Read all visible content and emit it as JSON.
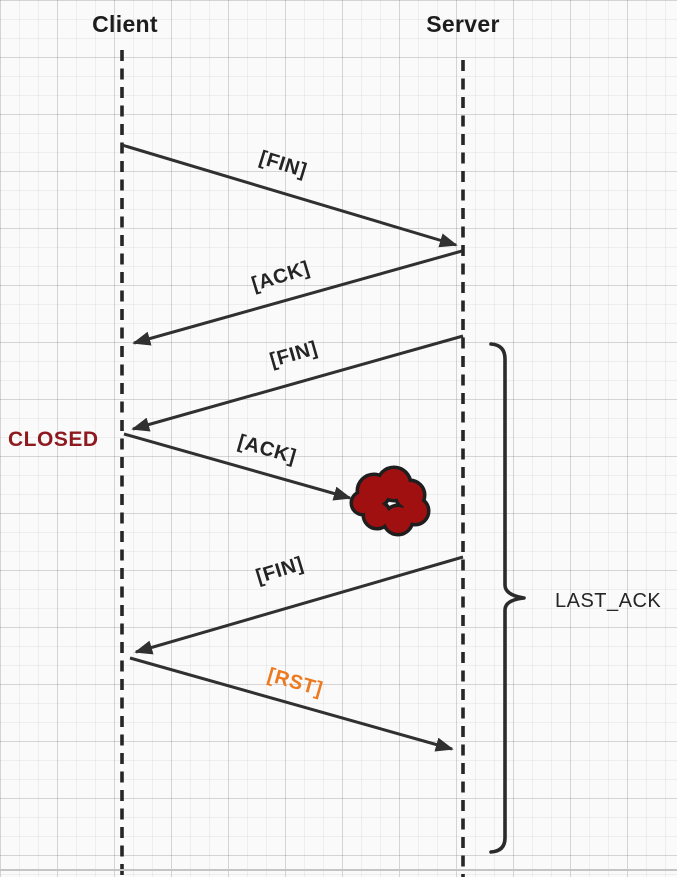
{
  "diagram": {
    "type": "tcp-close-sequence",
    "actors": {
      "client": "Client",
      "server": "Server"
    },
    "messages": [
      {
        "label": "[FIN]",
        "from": "Client",
        "to": "Server"
      },
      {
        "label": "[ACK]",
        "from": "Server",
        "to": "Client"
      },
      {
        "label": "[FIN]",
        "from": "Server",
        "to": "Client"
      },
      {
        "label": "[ACK]",
        "from": "Client",
        "to": "Server",
        "status": "lost"
      },
      {
        "label": "[FIN]",
        "from": "Server",
        "to": "Client"
      },
      {
        "label": "[RST]",
        "from": "Client",
        "to": "Server"
      }
    ],
    "states": {
      "client": "CLOSED",
      "server": "LAST_ACK"
    },
    "icons": {
      "lost_packet_blob": "packet-loss-cloud"
    },
    "colors": {
      "arrow": "#303030",
      "lifeline": "#262626",
      "rst_label": "#ED7A1F",
      "closed_label": "#8E1A1F",
      "blob_fill": "#A01010",
      "blob_outline": "#1E1E1E",
      "grid_minor": "#ececec",
      "grid_major": "#dcdcdc",
      "background": "#fbfafa"
    }
  }
}
